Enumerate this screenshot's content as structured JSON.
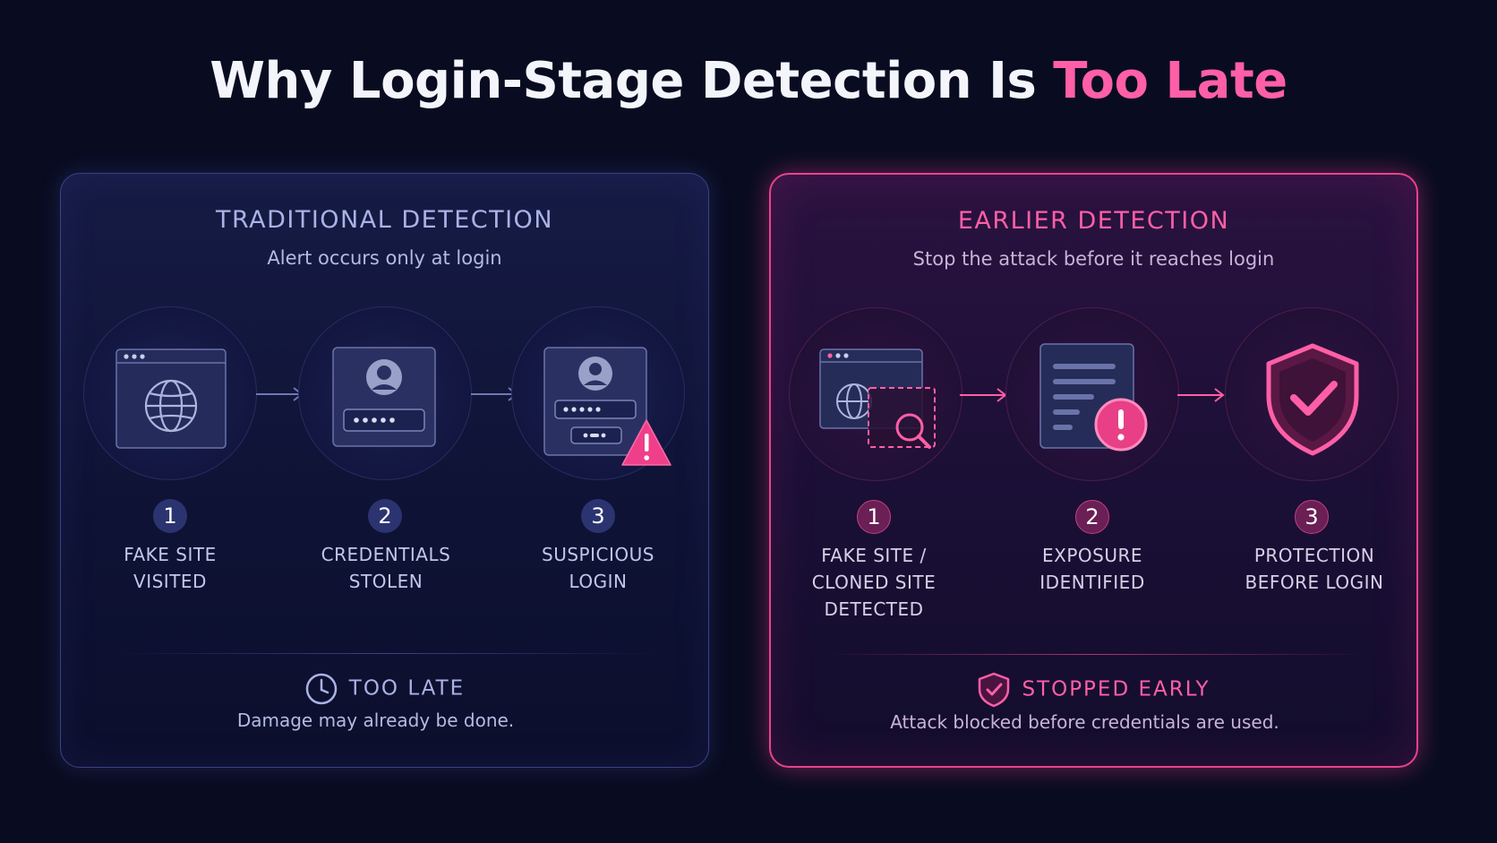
{
  "title": {
    "main": "Why Login-Stage Detection Is ",
    "accent": "Too Late"
  },
  "colors": {
    "accent": "#ff5fa6",
    "traditional": "#aab2e6",
    "background": "#090c21"
  },
  "traditional": {
    "heading": "TRADITIONAL DETECTION",
    "subtitle": "Alert occurs only at login",
    "steps": [
      {
        "number": "1",
        "line1": "FAKE SITE",
        "line2": "VISITED",
        "icon": "browser-globe-icon"
      },
      {
        "number": "2",
        "line1": "CREDENTIALS",
        "line2": "STOLEN",
        "icon": "login-card-icon"
      },
      {
        "number": "3",
        "line1": "SUSPICIOUS",
        "line2": "LOGIN",
        "icon": "login-warning-icon"
      }
    ],
    "footer": {
      "title": "TOO LATE",
      "text": "Damage may already be done.",
      "icon": "clock-icon"
    }
  },
  "earlier": {
    "heading": "EARLIER DETECTION",
    "subtitle": "Stop the attack before it reaches login",
    "steps": [
      {
        "number": "1",
        "line1": "FAKE SITE /",
        "line2": "CLONED SITE",
        "line3": "DETECTED",
        "icon": "browser-search-icon"
      },
      {
        "number": "2",
        "line1": "EXPOSURE",
        "line2": "IDENTIFIED",
        "icon": "document-alert-icon"
      },
      {
        "number": "3",
        "line1": "PROTECTION",
        "line2": "BEFORE LOGIN",
        "icon": "shield-check-icon"
      }
    ],
    "footer": {
      "title": "STOPPED EARLY",
      "text": "Attack blocked before credentials are used.",
      "icon": "shield-check-icon"
    }
  }
}
